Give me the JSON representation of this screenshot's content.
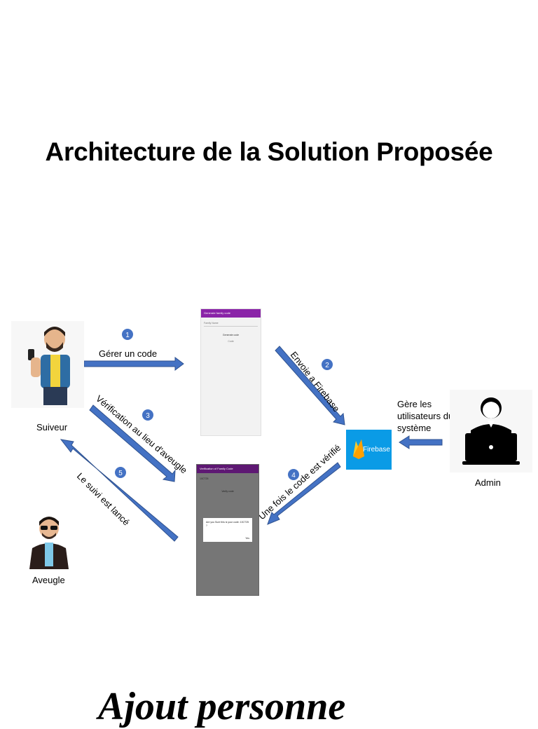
{
  "title": "Architecture de la Solution Proposée",
  "bottom_title": "Ajout personne",
  "actors": {
    "suiveur": "Suiveur",
    "aveugle": "Aveugle",
    "admin": "Admin"
  },
  "steps": {
    "step1": {
      "num": "1",
      "label": "Gérer un code"
    },
    "step2": {
      "num": "2",
      "label": "Envoie a Firebase"
    },
    "step3": {
      "num": "3",
      "label": "Vérification au lieu d'aveugle"
    },
    "step4": {
      "num": "4",
      "label": "Une fois le code est vérifié"
    },
    "step5": {
      "num": "5",
      "label": "Le suivi est lancé"
    }
  },
  "admin_note": [
    "Gère les",
    "utilisateurs du",
    "système"
  ],
  "firebase_label": "Firebase",
  "phone1": {
    "bar_title": "Generate family code",
    "field": "Family Name",
    "button": "Generate code",
    "code_label": "Code"
  },
  "phone2": {
    "bar_title": "Verification of Family Code",
    "code_small": "10CT25",
    "verify_label": "Verify code",
    "dialog_text": "Are you Sure this is your code: 10CT25 ?",
    "dialog_button": "Yes"
  },
  "colors": {
    "arrow": "#4472c4",
    "arrow_stroke": "#2f528f",
    "badge": "#4472c4",
    "phone_bar": "#8a24a8",
    "firebase_bg": "#0a9be6"
  }
}
